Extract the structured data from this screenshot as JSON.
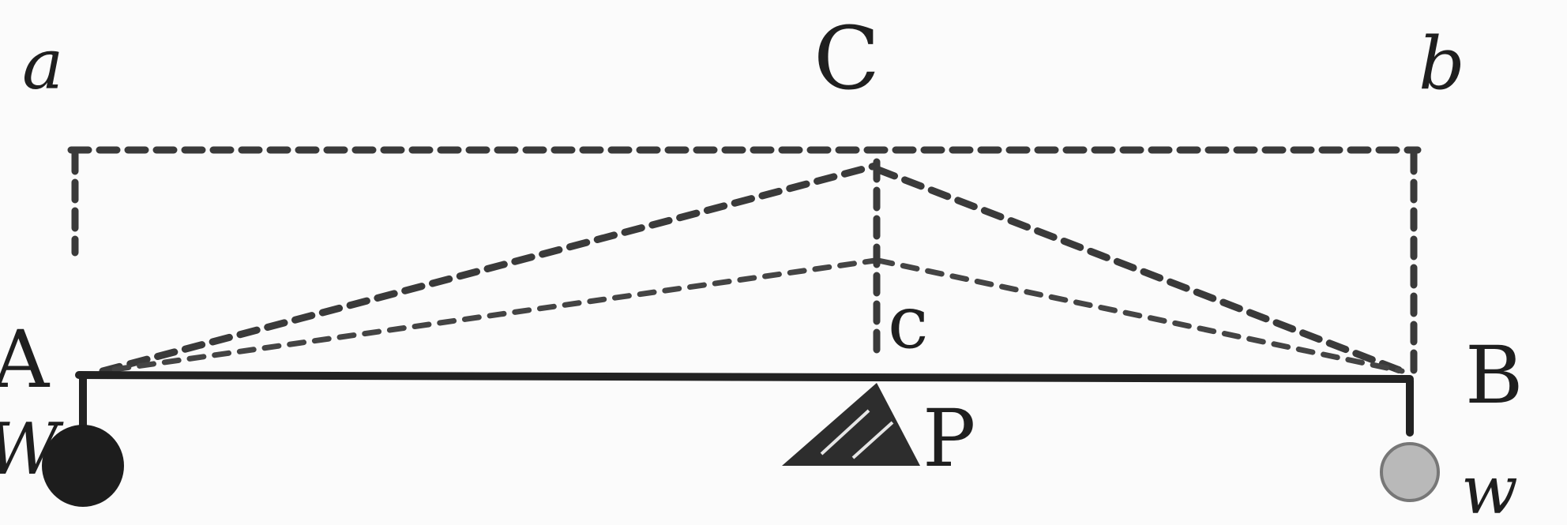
{
  "labels": {
    "a": "a",
    "C_upper": "C",
    "b": "b",
    "A": "A",
    "B": "B",
    "c_lower": "c",
    "P": "P",
    "W": "W",
    "w": "w"
  },
  "colors": {
    "ink": "#222222",
    "paper": "#fbfbfb"
  }
}
